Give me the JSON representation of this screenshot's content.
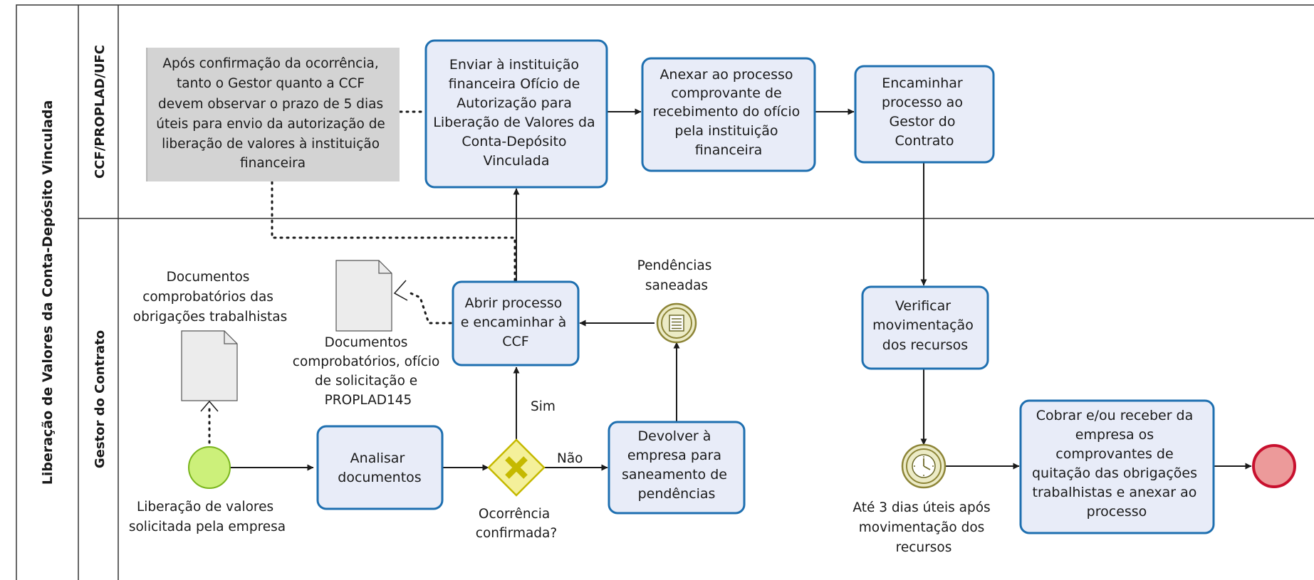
{
  "pool": {
    "title": "Liberação de Valores da Conta-Depósito Vinculada"
  },
  "lanes": {
    "ccf": {
      "title": "CCF/PROPLAD/UFC"
    },
    "gestor": {
      "title": "Gestor do Contrato"
    }
  },
  "colors": {
    "task_fill": "#e8ecf8",
    "task_stroke": "#1e6fb0",
    "start_fill": "#ccf07a",
    "start_stroke": "#7ab51d",
    "end_fill": "#ec9a9a",
    "end_stroke": "#c8102e",
    "gateway_fill": "#f4f09a",
    "gateway_stroke": "#c5b900",
    "intermediate_fill": "#ecebc6",
    "intermediate_stroke": "#8d8537",
    "note_fill": "#d3d3d3"
  },
  "icons": {
    "start": "start-event-icon",
    "end": "end-event-icon",
    "gateway": "exclusive-gateway-x-icon",
    "conditional": "conditional-event-icon",
    "timer": "timer-event-icon",
    "document": "document-icon"
  },
  "tasks": {
    "enviar": [
      "Enviar à instituição",
      "financeira Ofício de",
      "Autorização para",
      "Liberação de Valores da",
      "Conta-Depósito",
      "Vinculada"
    ],
    "anexar": [
      "Anexar ao processo",
      "comprovante de",
      "recebimento do ofício",
      "pela instituição",
      "financeira"
    ],
    "encaminhar_gestor": [
      "Encaminhar",
      "processo ao",
      "Gestor do",
      "Contrato"
    ],
    "abrir": [
      "Abrir processo",
      "e encaminhar à",
      "CCF"
    ],
    "analisar": [
      "Analisar",
      "documentos"
    ],
    "devolver": [
      "Devolver à",
      "empresa para",
      "saneamento de",
      "pendências"
    ],
    "verificar": [
      "Verificar",
      "movimentação",
      "dos recursos"
    ],
    "cobrar": [
      "Cobrar e/ou receber da",
      "empresa os",
      "comprovantes de",
      "quitação das obrigações",
      "trabalhistas e anexar ao",
      "processo"
    ]
  },
  "note": [
    "Após confirmação da ocorrência,",
    "tanto o Gestor quanto a CCF",
    "devem observar o prazo de 5 dias",
    "úteis para envio da autorização de",
    "liberação de valores à instituição",
    "financeira"
  ],
  "events": {
    "start_label": [
      "Liberação de valores",
      "solicitada pela empresa"
    ],
    "pendencias_label": [
      "Pendências",
      "saneadas"
    ],
    "timer_label": [
      "Até 3 dias úteis após",
      "movimentação dos",
      "recursos"
    ]
  },
  "gateway": {
    "label": [
      "Ocorrência",
      "confirmada?"
    ],
    "yes": "Sim",
    "no": "Não"
  },
  "documents": {
    "obrigacoes": [
      "Documentos",
      "comprobatórios das",
      "obrigações trabalhistas"
    ],
    "oficio": [
      "Documentos",
      "comprobatórios, ofício",
      "de solicitação e",
      "PROPLAD145"
    ]
  }
}
